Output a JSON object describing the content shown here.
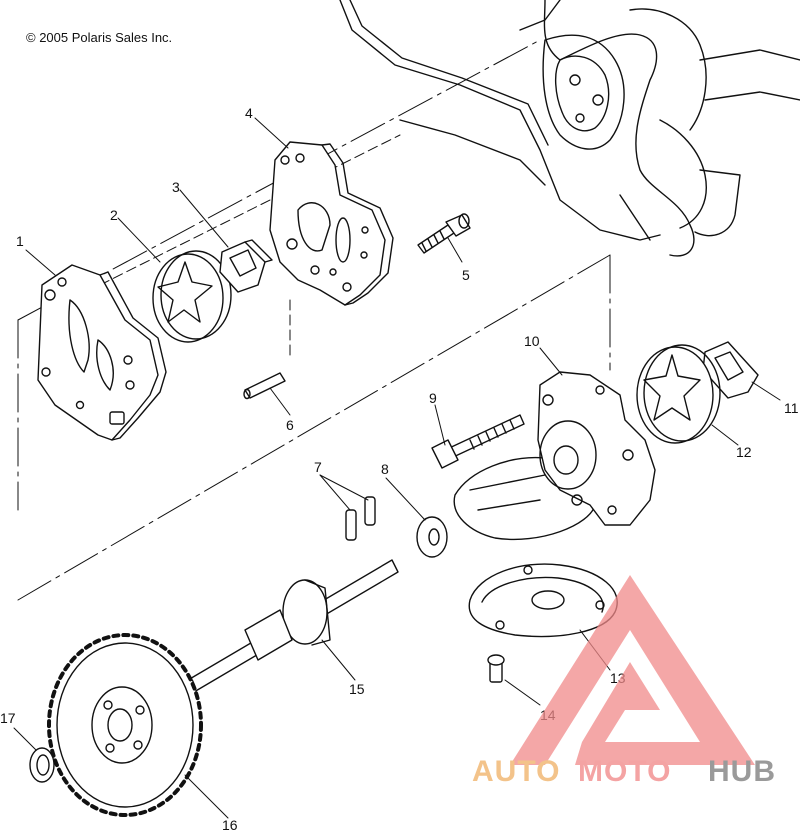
{
  "copyright": "© 2005 Polaris Sales Inc.",
  "callouts": {
    "c1": "1",
    "c2": "2",
    "c3": "3",
    "c4": "4",
    "c5": "5",
    "c6": "6",
    "c7": "7",
    "c8": "8",
    "c9": "9",
    "c10": "10",
    "c11": "11",
    "c12": "12",
    "c13": "13",
    "c14": "14",
    "c15": "15",
    "c16": "16",
    "c17": "17"
  },
  "watermark": {
    "part1": "AUTO",
    "part2": "MOTO",
    "part3": "HUB",
    "colors": {
      "auto": "#f3c38a",
      "moto": "#f4a3a3",
      "hub": "#9a9a9a",
      "triangle": "#f08a8a"
    }
  }
}
